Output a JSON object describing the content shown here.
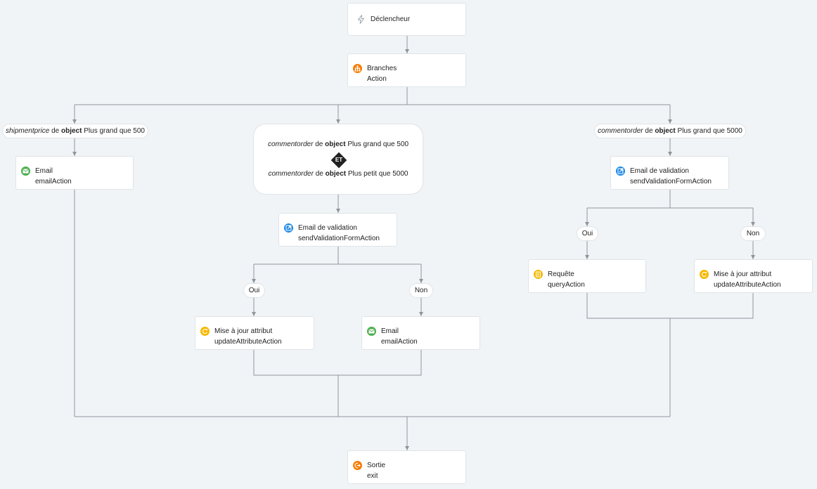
{
  "colors": {
    "line": "#8e969c",
    "email": "#4caf50",
    "validation": "#1e88e5",
    "update": "#f5b800",
    "query": "#f5b800",
    "branches": "#f57c00",
    "exit": "#f57c00"
  },
  "icons": {
    "trigger": "bolt-icon",
    "branches": "branches-icon",
    "email": "envelope-icon",
    "validation": "validation-icon",
    "update": "refresh-icon",
    "query": "query-icon",
    "exit": "exit-icon"
  },
  "trigger": {
    "title": "Déclencheur"
  },
  "branches": {
    "title": "Branches",
    "subtitle": "Action"
  },
  "branch1": {
    "condition": {
      "attr": "shipmentprice",
      "de": "de",
      "obj": "object",
      "rest": "Plus grand que 500"
    },
    "email": {
      "title": "Email",
      "subtitle": "emailAction"
    }
  },
  "branch2": {
    "condition1": {
      "attr": "commentorder",
      "de": "de",
      "obj": "object",
      "rest": "Plus grand que 500"
    },
    "operator": "ET",
    "condition2": {
      "attr": "commentorder",
      "de": "de",
      "obj": "object",
      "rest": "Plus petit que 5000"
    },
    "validation": {
      "title": "Email de validation",
      "subtitle": "sendValidationFormAction"
    },
    "yes_label": "Oui",
    "no_label": "Non",
    "update": {
      "title": "Mise à jour attribut",
      "subtitle": "updateAttributeAction"
    },
    "email": {
      "title": "Email",
      "subtitle": "emailAction"
    }
  },
  "branch3": {
    "condition": {
      "attr": "commentorder",
      "de": "de",
      "obj": "object",
      "rest": "Plus grand que 5000"
    },
    "validation": {
      "title": "Email de validation",
      "subtitle": "sendValidationFormAction"
    },
    "yes_label": "Oui",
    "no_label": "Non",
    "query": {
      "title": "Requête",
      "subtitle": "queryAction"
    },
    "update": {
      "title": "Mise à jour attribut",
      "subtitle": "updateAttributeAction"
    }
  },
  "exit": {
    "title": "Sortie",
    "subtitle": "exit"
  }
}
